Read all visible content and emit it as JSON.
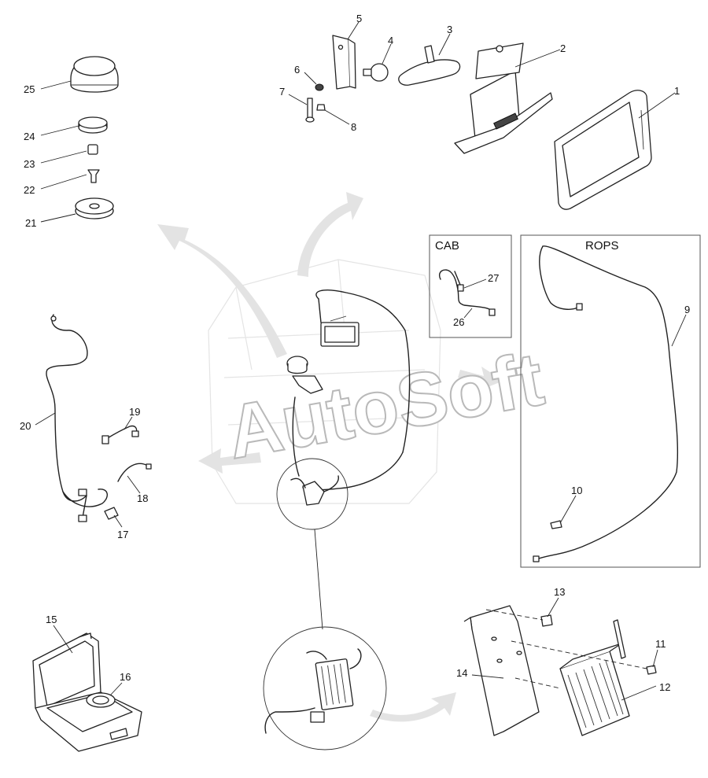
{
  "watermark": "AutoSoft",
  "boxes": {
    "cab": "CAB",
    "rops": "ROPS"
  },
  "callouts": [
    "1",
    "2",
    "3",
    "4",
    "5",
    "6",
    "7",
    "8",
    "9",
    "10",
    "11",
    "12",
    "13",
    "14",
    "15",
    "16",
    "17",
    "18",
    "19",
    "20",
    "21",
    "22",
    "23",
    "24",
    "25",
    "26",
    "27"
  ]
}
